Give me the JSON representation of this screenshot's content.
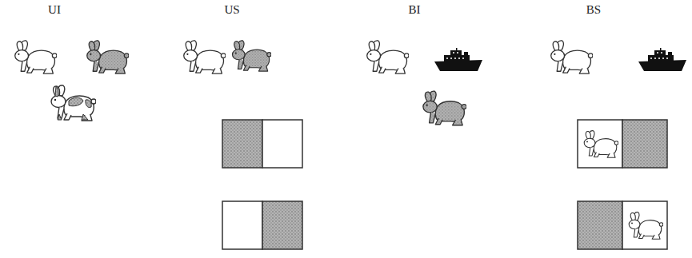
{
  "diagram": {
    "labels": [
      "UI",
      "US",
      "BI",
      "BS"
    ]
  }
}
